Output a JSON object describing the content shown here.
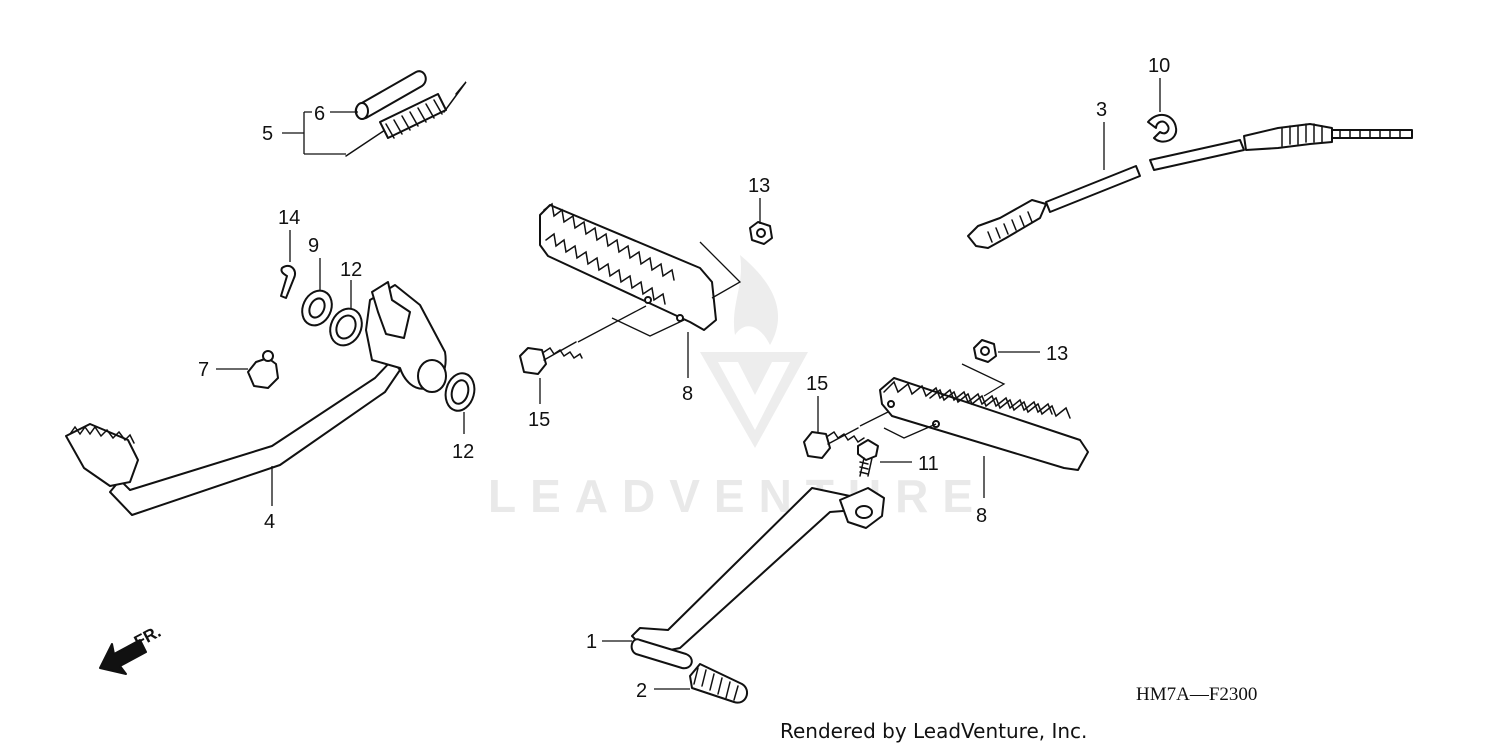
{
  "callouts": [
    {
      "id": "c1",
      "text": "1"
    },
    {
      "id": "c2",
      "text": "2"
    },
    {
      "id": "c3",
      "text": "3"
    },
    {
      "id": "c4",
      "text": "4"
    },
    {
      "id": "c5",
      "text": "5"
    },
    {
      "id": "c6",
      "text": "6"
    },
    {
      "id": "c7",
      "text": "7"
    },
    {
      "id": "c8a",
      "text": "8"
    },
    {
      "id": "c8b",
      "text": "8"
    },
    {
      "id": "c9",
      "text": "9"
    },
    {
      "id": "c10",
      "text": "10"
    },
    {
      "id": "c11",
      "text": "11"
    },
    {
      "id": "c12a",
      "text": "12"
    },
    {
      "id": "c12b",
      "text": "12"
    },
    {
      "id": "c13a",
      "text": "13"
    },
    {
      "id": "c13b",
      "text": "13"
    },
    {
      "id": "c14",
      "text": "14"
    },
    {
      "id": "c15a",
      "text": "15"
    },
    {
      "id": "c15b",
      "text": "15"
    }
  ],
  "direction_label": "FR.",
  "diagram_code": "HM7A—F2300",
  "credit": "Rendered by LeadVenture, Inc.",
  "watermark": "LEADVENTURE",
  "colors": {
    "line": "#111111",
    "watermark": "#e9e9e9",
    "background": "#ffffff"
  }
}
